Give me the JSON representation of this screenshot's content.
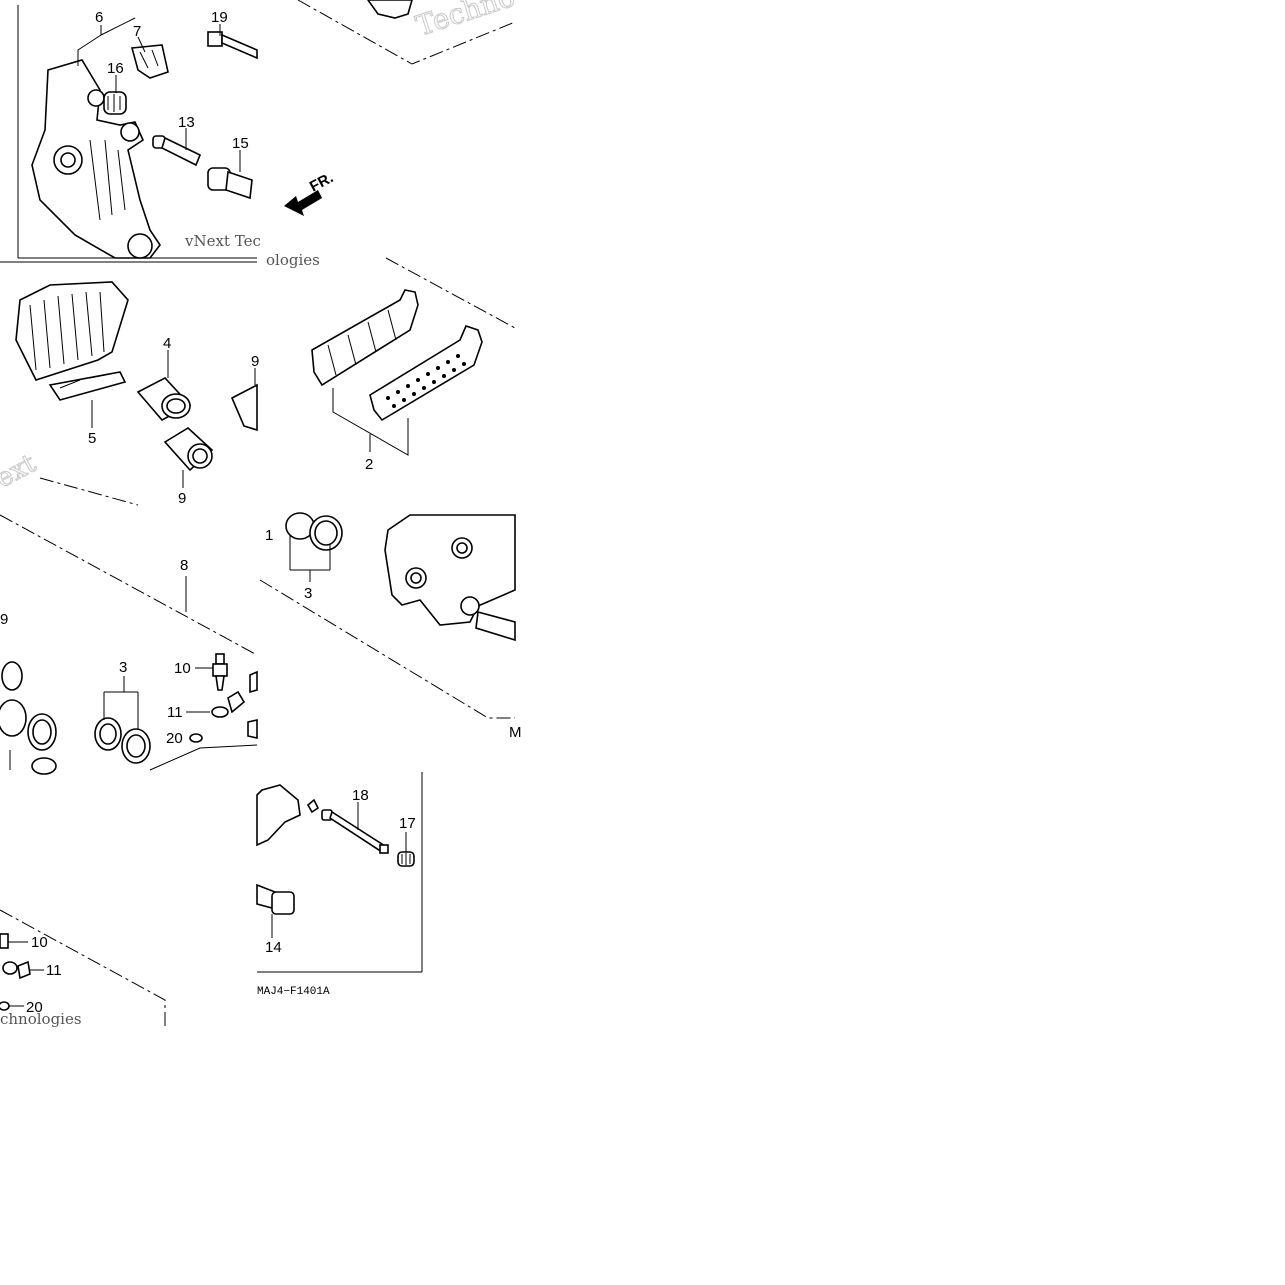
{
  "diagram": {
    "code": "MAJ4−F1401A",
    "direction_label": "FR.",
    "watermark": {
      "technologies_outline": "Techno",
      "vnext_text": "vNext Tec",
      "technologies_text": "chnologies",
      "ologies_text": "ologies",
      "ext_text": "ext"
    }
  },
  "callouts": [
    {
      "id": "c6",
      "text": "6"
    },
    {
      "id": "c7",
      "text": "7"
    },
    {
      "id": "c19",
      "text": "19"
    },
    {
      "id": "c16",
      "text": "16"
    },
    {
      "id": "c13",
      "text": "13"
    },
    {
      "id": "c15",
      "text": "15"
    },
    {
      "id": "c4",
      "text": "4"
    },
    {
      "id": "c9a",
      "text": "9"
    },
    {
      "id": "c5",
      "text": "5"
    },
    {
      "id": "c9b",
      "text": "9"
    },
    {
      "id": "c2",
      "text": "2"
    },
    {
      "id": "c8",
      "text": "8"
    },
    {
      "id": "c9c",
      "text": "9"
    },
    {
      "id": "c3a",
      "text": "3"
    },
    {
      "id": "c10a",
      "text": "10"
    },
    {
      "id": "c11a",
      "text": "11"
    },
    {
      "id": "c20a",
      "text": "20"
    },
    {
      "id": "c3b",
      "text": "3"
    },
    {
      "id": "c1",
      "text": "1"
    },
    {
      "id": "cM",
      "text": "M"
    },
    {
      "id": "c18",
      "text": "18"
    },
    {
      "id": "c17",
      "text": "17"
    },
    {
      "id": "c14",
      "text": "14"
    },
    {
      "id": "c10b",
      "text": "10"
    },
    {
      "id": "c11b",
      "text": "11"
    },
    {
      "id": "c20b",
      "text": "20"
    }
  ]
}
